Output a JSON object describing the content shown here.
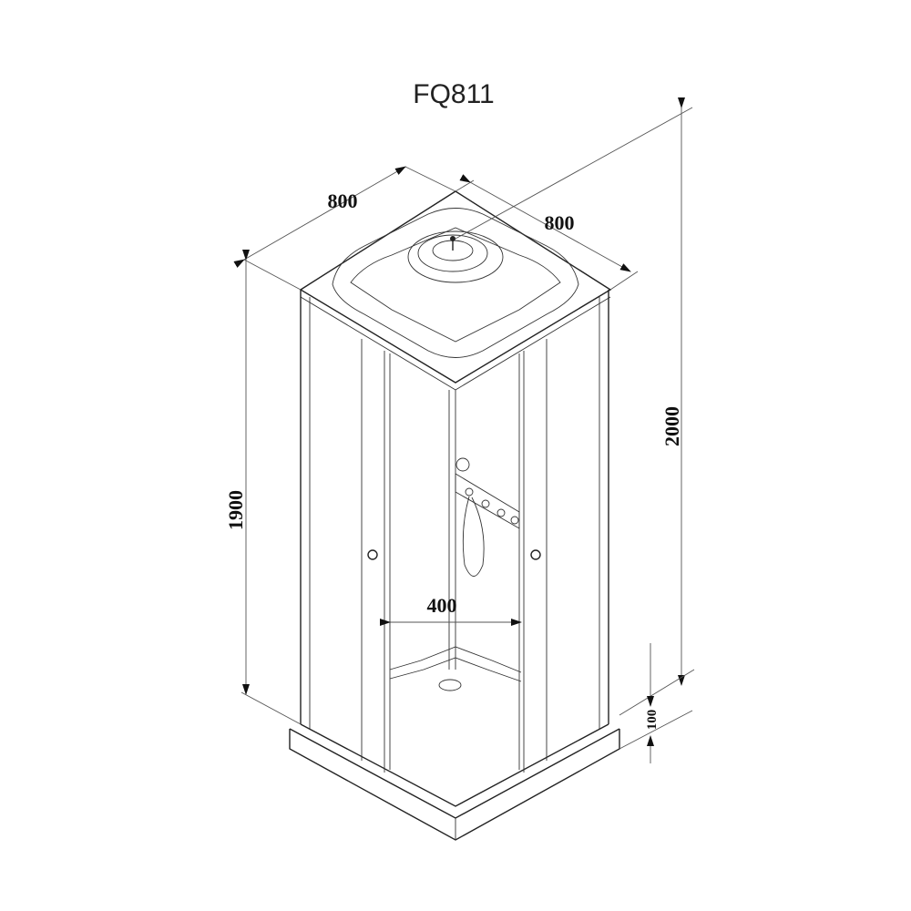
{
  "title": "FQ811",
  "dimensions": {
    "width_left": "800",
    "width_right": "800",
    "total_height": "2000",
    "cabin_height": "1900",
    "door_opening": "400",
    "tray_height": "100"
  }
}
